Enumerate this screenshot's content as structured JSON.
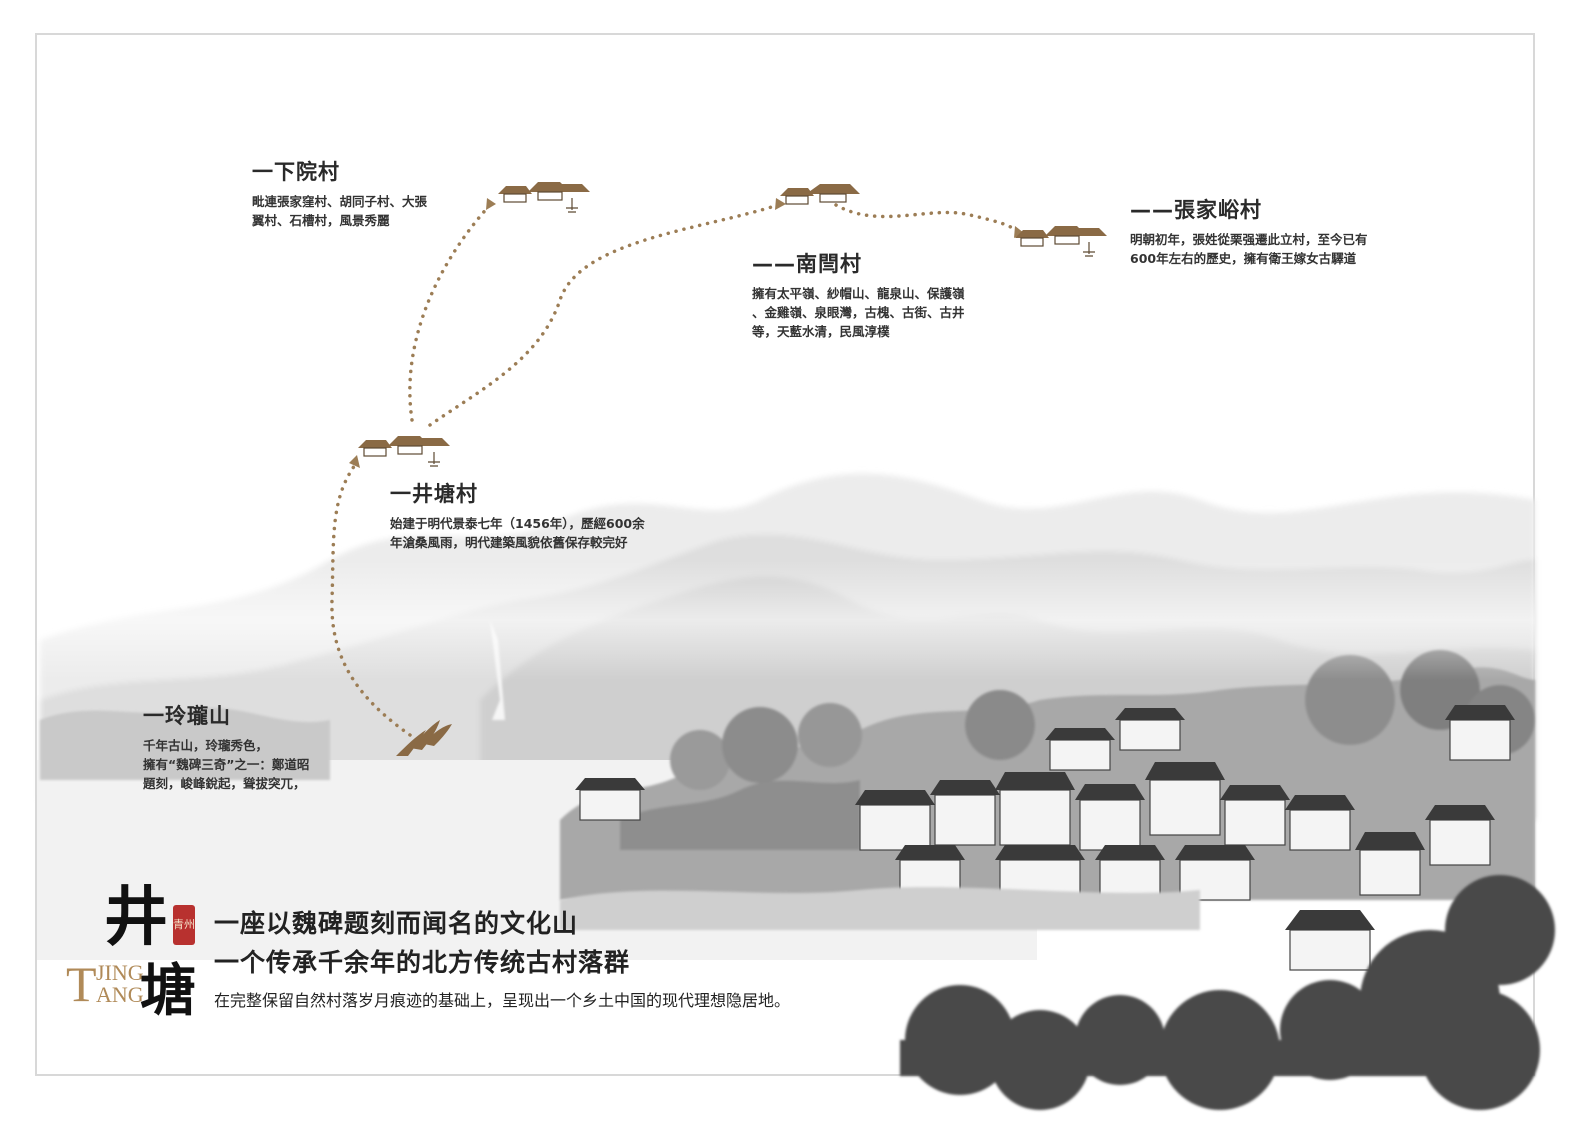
{
  "locations": [
    {
      "title": "一下院村",
      "desc": [
        "毗連張家窪村、胡同子村、大張",
        "翼村、石槽村，風景秀麗"
      ]
    },
    {
      "title": "——南閆村",
      "desc": [
        "擁有太平嶺、紗帽山、龍泉山、保護嶺",
        "、金雞嶺、泉眼灣，古槐、古街、古井",
        "等，天藍水清，民風淳樸"
      ]
    },
    {
      "title": "——張家峪村",
      "desc": [
        "明朝初年，張姓從栗强遷此立村，至今已有",
        "600年左右的歷史，擁有衛王嫁女古驛道"
      ]
    },
    {
      "title": "一井塘村",
      "desc": [
        "始建于明代景泰七年（1456年），歷經600余",
        "年滄桑風雨，明代建築風貌依舊保存較完好"
      ]
    },
    {
      "title": "一玲瓏山",
      "desc": [
        "千年古山，玲瓏秀色，",
        "擁有“魏碑三奇”之一：鄭道昭",
        "題刻，峻峰銳起，聳拔突兀，"
      ]
    }
  ],
  "logo": {
    "char1": "井",
    "char2": "塘",
    "seal": "青州",
    "latin_top": "JING",
    "latin_bottom": "ANG",
    "latin_initial": "T"
  },
  "slogans": {
    "line1": "一座以魏碑题刻而闻名的文化山",
    "line2": "一个传承千余年的北方传统古村落群",
    "line3": "在完整保留自然村落岁月痕迹的基础上，呈现出一个乡土中国的现代理想隐居地。"
  },
  "colors": {
    "route": "#9c7d55",
    "ink": "#2a2a2a",
    "seal": "#b8312f"
  }
}
